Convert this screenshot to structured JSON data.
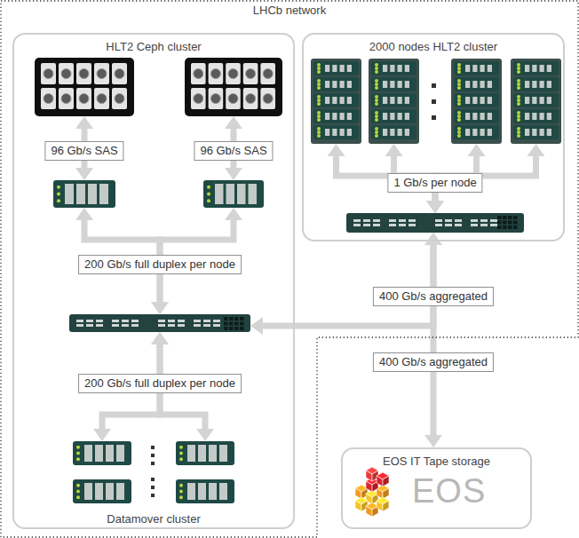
{
  "diagram": {
    "nodes": [
      {
        "text": [
          "LHCb network"
        ]
      },
      {
        "text": [
          "HLT2 Ceph cluster"
        ],
        "in": 0
      },
      {
        "text": [],
        "in": 1
      },
      {
        "text": [],
        "in": 1
      },
      {
        "text": [],
        "in": 1
      },
      {
        "text": [],
        "in": 1
      },
      {
        "text": [],
        "in": 1
      },
      {
        "text": [],
        "in": 1
      },
      {
        "text": [],
        "in": 1
      },
      {
        "text": [],
        "in": 1
      },
      {
        "text": [],
        "in": 1
      },
      {
        "text": [
          "2000 nodes HLT2 cluster"
        ],
        "in": 0
      },
      {
        "text": [],
        "in": 11
      },
      {
        "text": [],
        "in": 11
      },
      {
        "text": [],
        "in": 11
      },
      {
        "text": [],
        "in": 11
      },
      {
        "text": [],
        "in": 11
      },
      {
        "text": [
          "EOS IT Tape storage",
          "EOS"
        ]
      }
    ],
    "edges": [
      {
        "from": 2,
        "to": 4,
        "arrow": "both",
        "label": "96 Gb/s SAS"
      },
      {
        "from": 3,
        "to": 5,
        "arrow": "both",
        "label": "96 Gb/s SAS"
      },
      {
        "from": 4,
        "to": 6,
        "arrow": "both",
        "label": "200 Gb/s full duplex per node"
      },
      {
        "from": 5,
        "to": 6,
        "arrow": "both"
      },
      {
        "from": 6,
        "to": 7,
        "arrow": "both",
        "label": "200 Gb/s full duplex per node"
      },
      {
        "from": 6,
        "to": 8,
        "arrow": "both"
      },
      {
        "from": 12,
        "to": 16,
        "arrow": "both",
        "label": "1 Gb/s per node"
      },
      {
        "from": 13,
        "to": 16,
        "arrow": "both"
      },
      {
        "from": 14,
        "to": 16,
        "arrow": "both"
      },
      {
        "from": 15,
        "to": 16,
        "arrow": "both"
      },
      {
        "from": 16,
        "to": 6,
        "arrow": "both",
        "label": "400 Gb/s aggregated"
      },
      {
        "from": 16,
        "to": 17,
        "arrow": "both",
        "label": "400 Gb/s aggregated"
      }
    ],
    "labels": [
      "Datamover cluster"
    ]
  }
}
